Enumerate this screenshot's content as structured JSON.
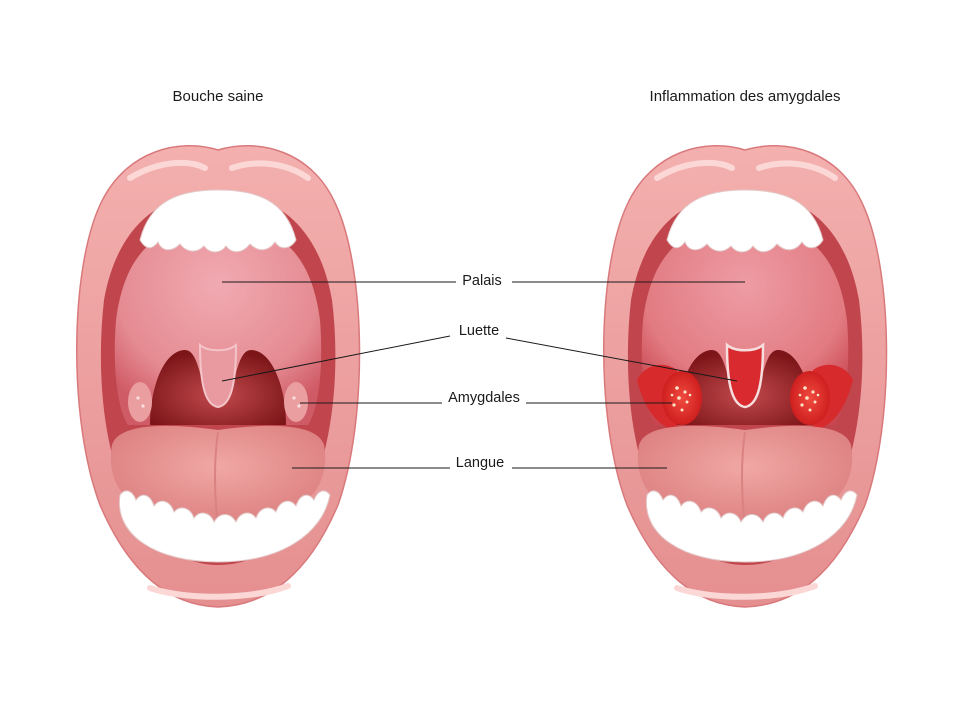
{
  "panels": {
    "left_title": "Bouche saine",
    "right_title": "Inflammation des amygdales"
  },
  "labels": {
    "palais": "Palais",
    "luette": "Luette",
    "amygdales": "Amygdales",
    "langue": "Langue"
  },
  "colors": {
    "lip": "#efa2a2",
    "palate_healthy": "#e58b92",
    "palate_inflamed": "#e27b82",
    "throat": "#8f1f22",
    "tonsil_inflamed": "#e02222",
    "tongue": "#e99896",
    "teeth": "#ffffff"
  }
}
